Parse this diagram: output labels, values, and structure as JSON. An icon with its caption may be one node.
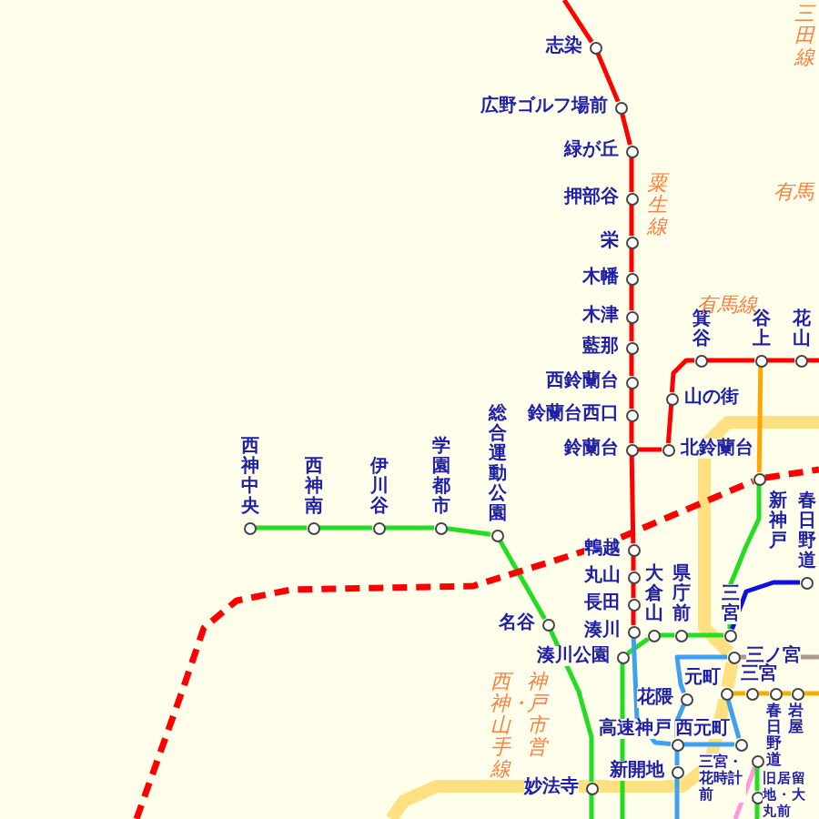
{
  "diagram": {
    "nodes": [
      {
        "text": [
          "志染"
        ]
      },
      {
        "text": [
          "広野ゴルフ場前"
        ]
      },
      {
        "text": [
          "緑が丘"
        ]
      },
      {
        "text": [
          "押部谷"
        ]
      },
      {
        "text": [
          "栄"
        ]
      },
      {
        "text": [
          "木幡"
        ]
      },
      {
        "text": [
          "木津"
        ]
      },
      {
        "text": [
          "藍那"
        ]
      },
      {
        "text": [
          "西鈴蘭台"
        ]
      },
      {
        "text": [
          "鈴蘭台西口"
        ]
      },
      {
        "text": [
          "鈴蘭台"
        ]
      },
      {
        "text": [
          "北鈴蘭台"
        ]
      },
      {
        "text": [
          "山の街"
        ]
      },
      {
        "text": [
          "箕谷"
        ]
      },
      {
        "text": [
          "谷上"
        ]
      },
      {
        "text": [
          "花山"
        ]
      },
      {
        "text": [
          "西神中央"
        ]
      },
      {
        "text": [
          "西神南"
        ]
      },
      {
        "text": [
          "伊川谷"
        ]
      },
      {
        "text": [
          "学園都市"
        ]
      },
      {
        "text": [
          "総合運動公園"
        ]
      },
      {
        "text": [
          "名谷"
        ]
      },
      {
        "text": [
          "妙法寺"
        ]
      },
      {
        "text": [
          "鵯越"
        ]
      },
      {
        "text": [
          "丸山"
        ]
      },
      {
        "text": [
          "長田"
        ]
      },
      {
        "text": [
          "湊川"
        ]
      },
      {
        "text": [
          "湊川公園"
        ]
      },
      {
        "text": [
          "大倉山"
        ]
      },
      {
        "text": [
          "県庁前"
        ]
      },
      {
        "text": [
          "三宮"
        ]
      },
      {
        "text": [
          "新神戸"
        ]
      },
      {
        "text": [
          "春日野道"
        ]
      },
      {
        "text": [
          "三ノ宮"
        ]
      },
      {
        "text": [
          "花隈"
        ]
      },
      {
        "text": [
          "元町"
        ]
      },
      {
        "text": [
          "三宮"
        ]
      },
      {
        "text": [
          "春日野道"
        ]
      },
      {
        "text": [
          "岩屋"
        ]
      },
      {
        "text": [
          "三宮・花時計前"
        ]
      },
      {
        "text": [
          "高速神戸"
        ]
      },
      {
        "text": [
          "西元町"
        ]
      },
      {
        "text": [
          "新開地"
        ]
      },
      {
        "text": [
          "旧居留地・大丸前"
        ]
      }
    ],
    "edges": [
      {
        "from": null,
        "to": 0,
        "arrow": "none"
      },
      {
        "from": 0,
        "to": 1,
        "arrow": "none"
      },
      {
        "from": 1,
        "to": 2,
        "arrow": "none"
      },
      {
        "from": 2,
        "to": 3,
        "arrow": "none"
      },
      {
        "from": 3,
        "to": 4,
        "arrow": "none"
      },
      {
        "from": 4,
        "to": 5,
        "arrow": "none"
      },
      {
        "from": 5,
        "to": 6,
        "arrow": "none"
      },
      {
        "from": 6,
        "to": 7,
        "arrow": "none"
      },
      {
        "from": 7,
        "to": 8,
        "arrow": "none"
      },
      {
        "from": 8,
        "to": 9,
        "arrow": "none"
      },
      {
        "from": 9,
        "to": 10,
        "arrow": "none"
      },
      {
        "from": 10,
        "to": 23,
        "arrow": "none"
      },
      {
        "from": 23,
        "to": 24,
        "arrow": "none"
      },
      {
        "from": 24,
        "to": 25,
        "arrow": "none"
      },
      {
        "from": 25,
        "to": 26,
        "arrow": "none"
      },
      {
        "from": 10,
        "to": 11,
        "arrow": "none"
      },
      {
        "from": 11,
        "to": 12,
        "arrow": "none"
      },
      {
        "from": 12,
        "to": 13,
        "arrow": "none"
      },
      {
        "from": 13,
        "to": 14,
        "arrow": "none"
      },
      {
        "from": 14,
        "to": 15,
        "arrow": "none"
      },
      {
        "from": 15,
        "to": null,
        "arrow": "none"
      },
      {
        "from": 14,
        "to": 31,
        "arrow": "none",
        "color": "#ffa500"
      },
      {
        "from": 16,
        "to": 17,
        "arrow": "none",
        "color": "#22dd22"
      },
      {
        "from": 17,
        "to": 18,
        "arrow": "none",
        "color": "#22dd22"
      },
      {
        "from": 18,
        "to": 19,
        "arrow": "none",
        "color": "#22dd22"
      },
      {
        "from": 19,
        "to": 20,
        "arrow": "none",
        "color": "#22dd22"
      },
      {
        "from": 20,
        "to": 21,
        "arrow": "none",
        "color": "#22dd22"
      },
      {
        "from": 21,
        "to": 22,
        "arrow": "none",
        "color": "#22dd22"
      },
      {
        "from": 22,
        "to": null,
        "arrow": "none",
        "color": "#22dd22"
      },
      {
        "from": 27,
        "to": 28,
        "arrow": "none",
        "color": "#22dd22"
      },
      {
        "from": 28,
        "to": 29,
        "arrow": "none",
        "color": "#22dd22"
      },
      {
        "from": 29,
        "to": 30,
        "arrow": "none",
        "color": "#22dd22"
      },
      {
        "from": 30,
        "to": 31,
        "arrow": "none",
        "color": "#22dd22"
      },
      {
        "from": 27,
        "to": null,
        "arrow": "none",
        "color": "#22dd22"
      },
      {
        "from": null,
        "to": 31,
        "arrow": "none",
        "style": "dashed"
      },
      {
        "from": 31,
        "to": null,
        "arrow": "none",
        "style": "dashed"
      },
      {
        "from": 30,
        "to": 32,
        "arrow": "none",
        "color": "#1010e0"
      },
      {
        "from": 26,
        "to": 40,
        "arrow": "none",
        "color": "#40a0f0"
      },
      {
        "from": 33,
        "to": 34,
        "arrow": "none",
        "color": "#40a0f0"
      },
      {
        "from": 34,
        "to": 40,
        "arrow": "none",
        "color": "#40a0f0"
      },
      {
        "from": 35,
        "to": 41,
        "arrow": "none",
        "color": "#40a0f0"
      },
      {
        "from": 41,
        "to": 40,
        "arrow": "none",
        "color": "#40a0f0"
      },
      {
        "from": 40,
        "to": 42,
        "arrow": "none",
        "color": "#40a0f0"
      },
      {
        "from": 42,
        "to": null,
        "arrow": "none",
        "color": "#40a0f0"
      },
      {
        "from": 33,
        "to": null,
        "arrow": "none",
        "color": "#aa9a90"
      },
      {
        "from": 35,
        "to": 36,
        "arrow": "none",
        "color": "#f0b000"
      },
      {
        "from": 36,
        "to": 37,
        "arrow": "none",
        "color": "#f0b000"
      },
      {
        "from": 37,
        "to": 38,
        "arrow": "none",
        "color": "#f0b000"
      },
      {
        "from": 38,
        "to": null,
        "arrow": "none",
        "color": "#f0b000"
      },
      {
        "from": null,
        "to": 39,
        "arrow": "none",
        "color": "#ff99dd"
      },
      {
        "from": 39,
        "to": 43,
        "arrow": "none",
        "color": "#22dd22"
      },
      {
        "from": 43,
        "to": null,
        "arrow": "none",
        "color": "#22dd22"
      },
      {
        "from": null,
        "to": 33,
        "arrow": "none",
        "style": "thick",
        "color": "#ffe080"
      },
      {
        "from": 33,
        "to": 35,
        "arrow": "none",
        "style": "thick",
        "color": "#ffe080"
      },
      {
        "from": 35,
        "to": null,
        "arrow": "none",
        "style": "thick",
        "color": "#ffe080"
      }
    ],
    "labels": [
      "三田線",
      "粟生線",
      "有馬",
      "有馬線",
      "神戸市営",
      "西神・山手線"
    ]
  }
}
